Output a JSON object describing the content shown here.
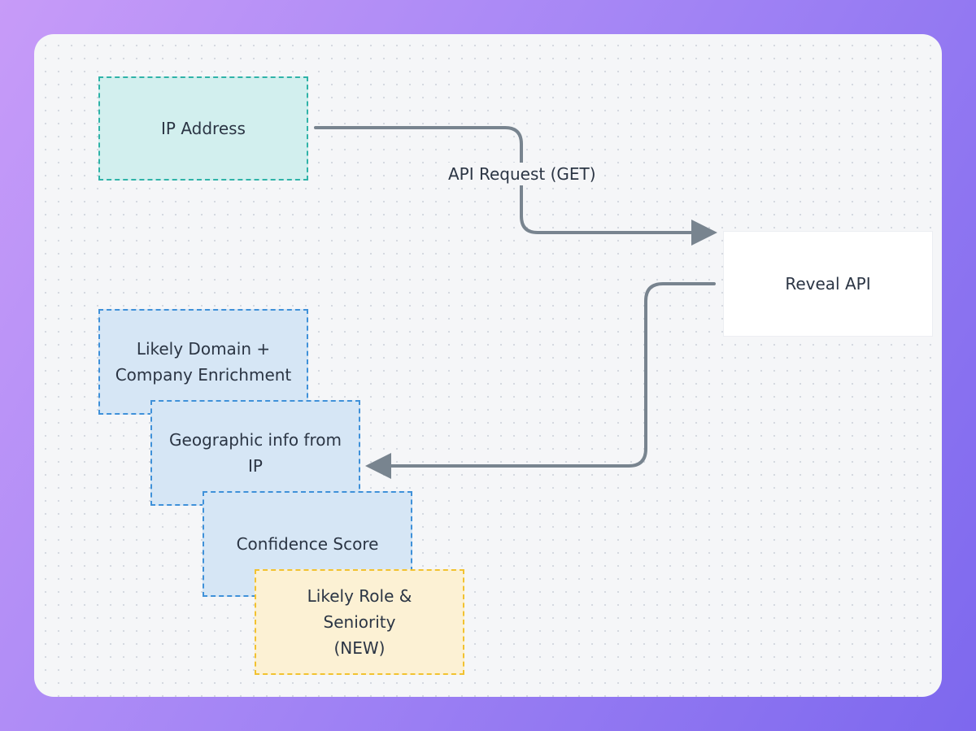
{
  "diagram": {
    "nodes": {
      "ip_address": {
        "label": "IP Address"
      },
      "reveal_api": {
        "label": "Reveal API"
      },
      "likely_domain": {
        "label": "Likely Domain +\nCompany Enrichment"
      },
      "geographic": {
        "label": "Geographic info from\nIP"
      },
      "confidence": {
        "label": "Confidence Score"
      },
      "role_seniority": {
        "label": "Likely Role &\nSeniority\n(NEW)"
      }
    },
    "edges": {
      "request": {
        "label": "API Request (GET)"
      }
    }
  },
  "colors": {
    "connector": "#78848f",
    "teal_border": "#2fb3a8",
    "blue_border": "#3f91d9",
    "yellow_border": "#f2c230"
  }
}
